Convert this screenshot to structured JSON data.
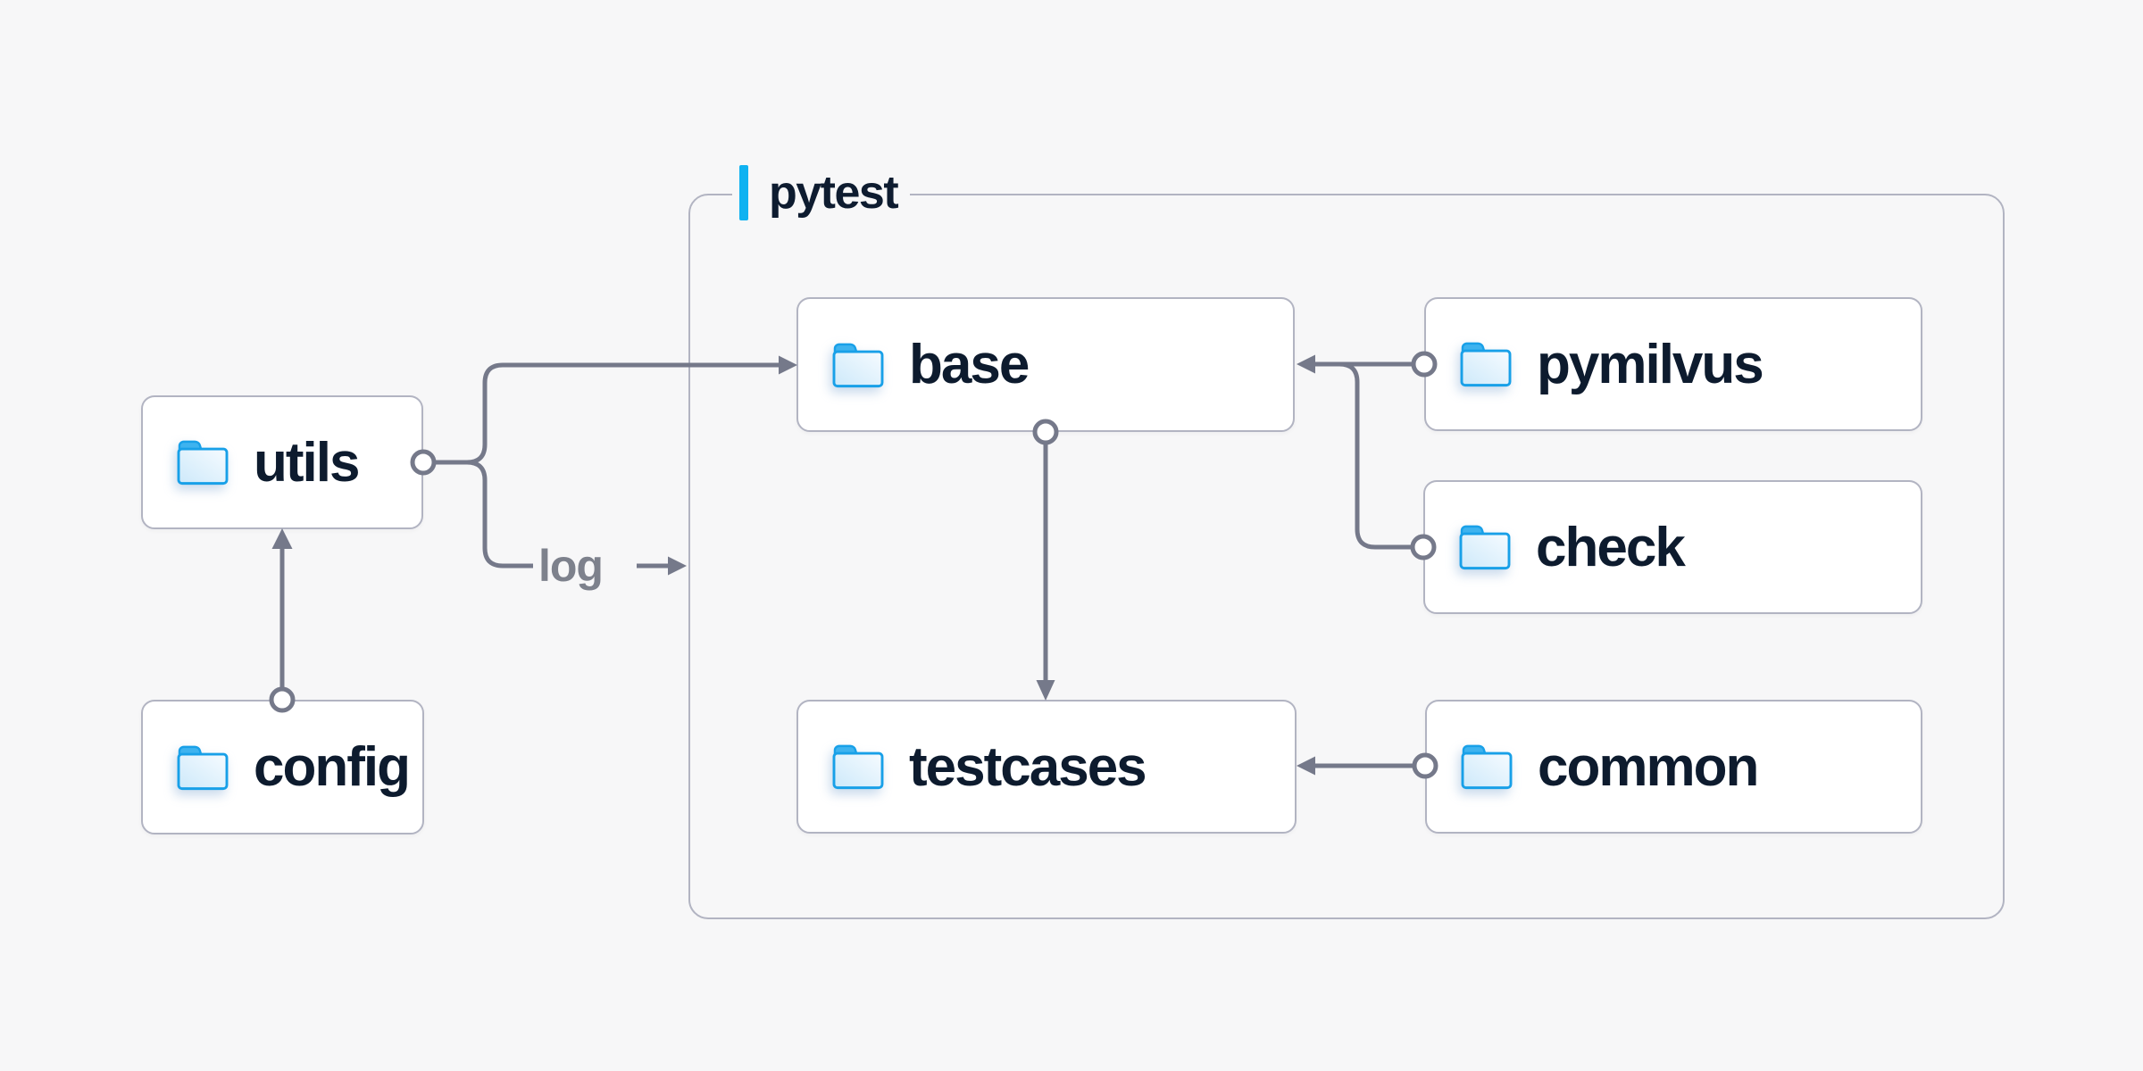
{
  "diagram": {
    "background_color": "#f7f7f8",
    "container": {
      "label": "pytest",
      "accent_bar_color": "#10b2f1",
      "border_color": "#b2b4c2"
    },
    "nodes": {
      "utils": {
        "label": "utils",
        "icon": "folder-icon",
        "inside_pytest": false
      },
      "config": {
        "label": "config",
        "icon": "folder-icon",
        "inside_pytest": false
      },
      "base": {
        "label": "base",
        "icon": "folder-icon",
        "inside_pytest": true
      },
      "pymilvus": {
        "label": "pymilvus",
        "icon": "folder-icon",
        "inside_pytest": true
      },
      "check": {
        "label": "check",
        "icon": "folder-icon",
        "inside_pytest": true
      },
      "testcases": {
        "label": "testcases",
        "icon": "folder-icon",
        "inside_pytest": true
      },
      "common": {
        "label": "common",
        "icon": "folder-icon",
        "inside_pytest": true
      }
    },
    "edges": [
      {
        "from": "config",
        "to": "utils",
        "label": ""
      },
      {
        "from": "utils",
        "to": "base",
        "label": ""
      },
      {
        "from": "utils",
        "to": "pytest",
        "label": "log"
      },
      {
        "from": "pymilvus",
        "to": "base",
        "label": ""
      },
      {
        "from": "check",
        "to": "base",
        "label": ""
      },
      {
        "from": "base",
        "to": "testcases",
        "label": ""
      },
      {
        "from": "common",
        "to": "testcases",
        "label": ""
      }
    ],
    "colors": {
      "connector": "#75798a",
      "node_text": "#0d1b2e",
      "node_border": "#b2b4c2",
      "node_fill": "#ffffff",
      "folder_stroke": "#18a0e8",
      "folder_tab_fill": "#3eb3ef",
      "edge_label_text": "#7d818c"
    }
  }
}
